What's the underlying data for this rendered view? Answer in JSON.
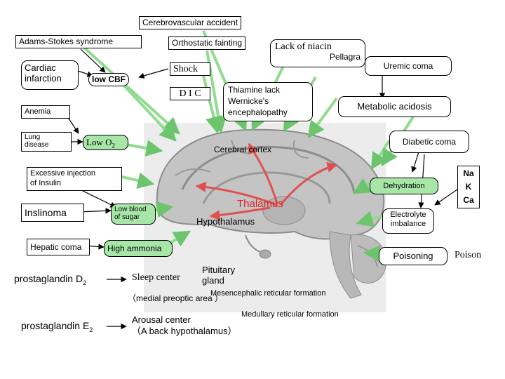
{
  "labels": {
    "cerebrovascular": "Cerebrovascular accident",
    "adams_stokes": "Adams-Stokes syndrome",
    "orthostatic": "Orthostatic fainting",
    "lack_niacin": "Lack of niacin",
    "pellagra": "Pellagra",
    "uremic": "Uremic coma",
    "cardiac_l1": "Cardiac",
    "cardiac_l2": "infarction",
    "low_cbf": "low CBF",
    "shock": "Shock",
    "dic": "D I C",
    "thiamine_l1": "Thiamine lack",
    "thiamine_l2": "Wernicke's",
    "thiamine_l3": "encephalopathy",
    "metabolic": "Metabolic acidosis",
    "anemia": "Anemia",
    "lung_l1": "Lung",
    "lung_l2": "disease",
    "low_o2": "Low O",
    "low_o2_sub": "2",
    "cortex": "Cerebral cortex",
    "diabetic": "Diabetic coma",
    "insulin_l1": "Excessive injection",
    "insulin_l2": "of Insulin",
    "dehydration": "Dehydration",
    "na": "Na",
    "k": "K",
    "ca": "Ca",
    "insulinoma": "Inslinoma",
    "low_sugar_l1": "Low blood",
    "low_sugar_l2": "of sugar",
    "thalamus": "Thalamus",
    "hypothalamus": "Hypothalamus",
    "electrolyte_l1": "Electrolyte",
    "electrolyte_l2": "imbalance",
    "hepatic": "Hepatic coma",
    "ammonia": "High ammonia",
    "poisoning": "Poisoning",
    "poison": "Poison",
    "pituitary_l1": "Pituitary",
    "pituitary_l2": "gland",
    "pgd": "prostaglandin D",
    "pgd_sub": "2",
    "sleep": "Sleep center",
    "mesencephalic": "Mesencephalic reticular formation",
    "medial": "（medial preoptic area ）",
    "medullary": "Medullary reticular formation",
    "pge": "prostaglandin E",
    "pge_sub": "2",
    "arousal_l1": "Arousal center",
    "arousal_l2": "（A back hypothalamus）"
  },
  "colors": {
    "box_green": "#a8e6a8",
    "arrow_green": "#8fdc8f",
    "arrow_red": "#e05050",
    "brain_bg": "#c8c8c8"
  }
}
